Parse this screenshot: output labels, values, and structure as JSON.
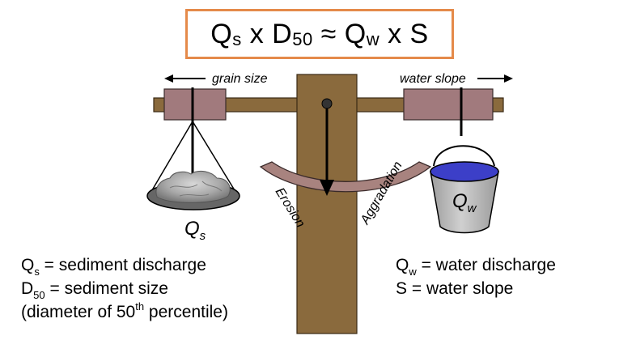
{
  "formula": {
    "qs_main": "Q",
    "qs_sub": "s",
    "times1": "x",
    "d_main": "D",
    "d_sub": "50",
    "approx": "≈",
    "qw_main": "Q",
    "qw_sub": "w",
    "times2": "x",
    "s": "S"
  },
  "diagram": {
    "grain_size_label": "grain size",
    "water_slope_label": "water slope",
    "erosion_label": "Erosion",
    "aggradation_label": "Aggradation",
    "qs_label_main": "Q",
    "qs_label_sub": "s",
    "qw_label_main": "Q",
    "qw_label_sub": "w"
  },
  "legend_left": {
    "qs_main": "Q",
    "qs_sub": "s",
    "qs_text": " = sediment discharge",
    "d_main": "D",
    "d_sub": "50",
    "d_text": " = sediment size",
    "paren_open": "(diameter of 50",
    "sup": "th",
    "paren_close": " percentile)"
  },
  "legend_right": {
    "qw_main": "Q",
    "qw_sub": "w",
    "qw_text": " = water discharge",
    "s_text": "S = water slope"
  },
  "colors": {
    "box_border": "#e58a4a",
    "wood": "#8a6a3d",
    "weight_block": "#a17a7d",
    "arc": "#a8837f",
    "water": "#3c3fc8",
    "bucket": "#b8b8b8"
  }
}
